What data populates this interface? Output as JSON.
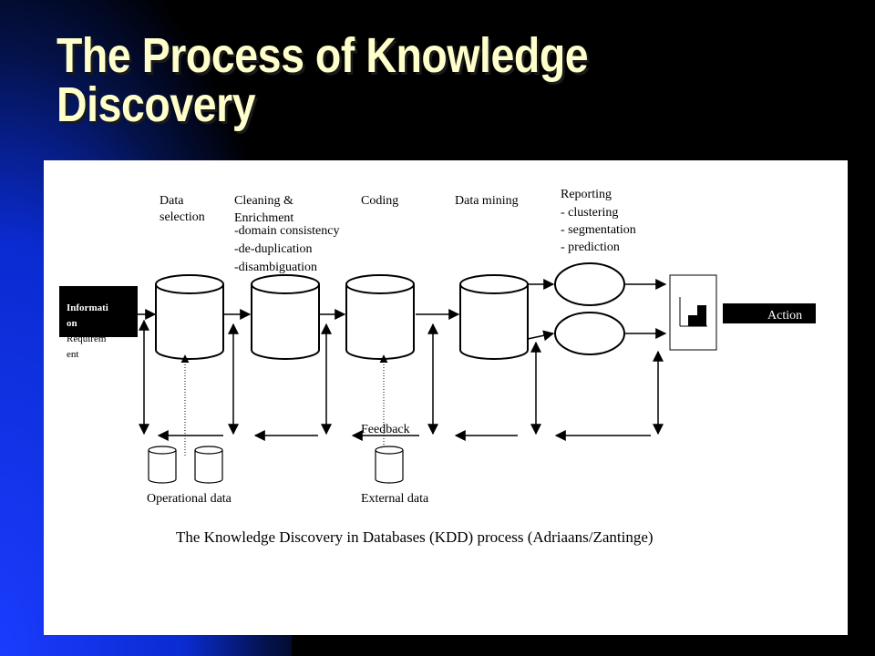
{
  "slide": {
    "title_line1": "The Process of Knowledge",
    "title_line2": "Discovery"
  },
  "diagram": {
    "stages": {
      "data_selection": [
        "Data",
        "selection"
      ],
      "cleaning": [
        "Cleaning &",
        "Enrichment"
      ],
      "coding": "Coding",
      "data_mining": "Data mining",
      "reporting": "Reporting"
    },
    "cleaning_notes": [
      "-domain consistency",
      "-de-duplication",
      "-disambiguation"
    ],
    "reporting_notes": [
      "- clustering",
      "- segmentation",
      "- prediction"
    ],
    "info_requirement": [
      "Informati",
      "on",
      "Requirem",
      "ent"
    ],
    "action": "Action",
    "feedback": "Feedback",
    "operational_data": "Operational data",
    "external_data": "External data",
    "caption": "The Knowledge Discovery in Databases (KDD) process (Adriaans/Zantinge)"
  },
  "colors": {
    "background": "#000000",
    "gradient_blue": "#0033FF",
    "title": "#FFFFCC",
    "panel": "#FFFFFF",
    "ink": "#000000"
  }
}
